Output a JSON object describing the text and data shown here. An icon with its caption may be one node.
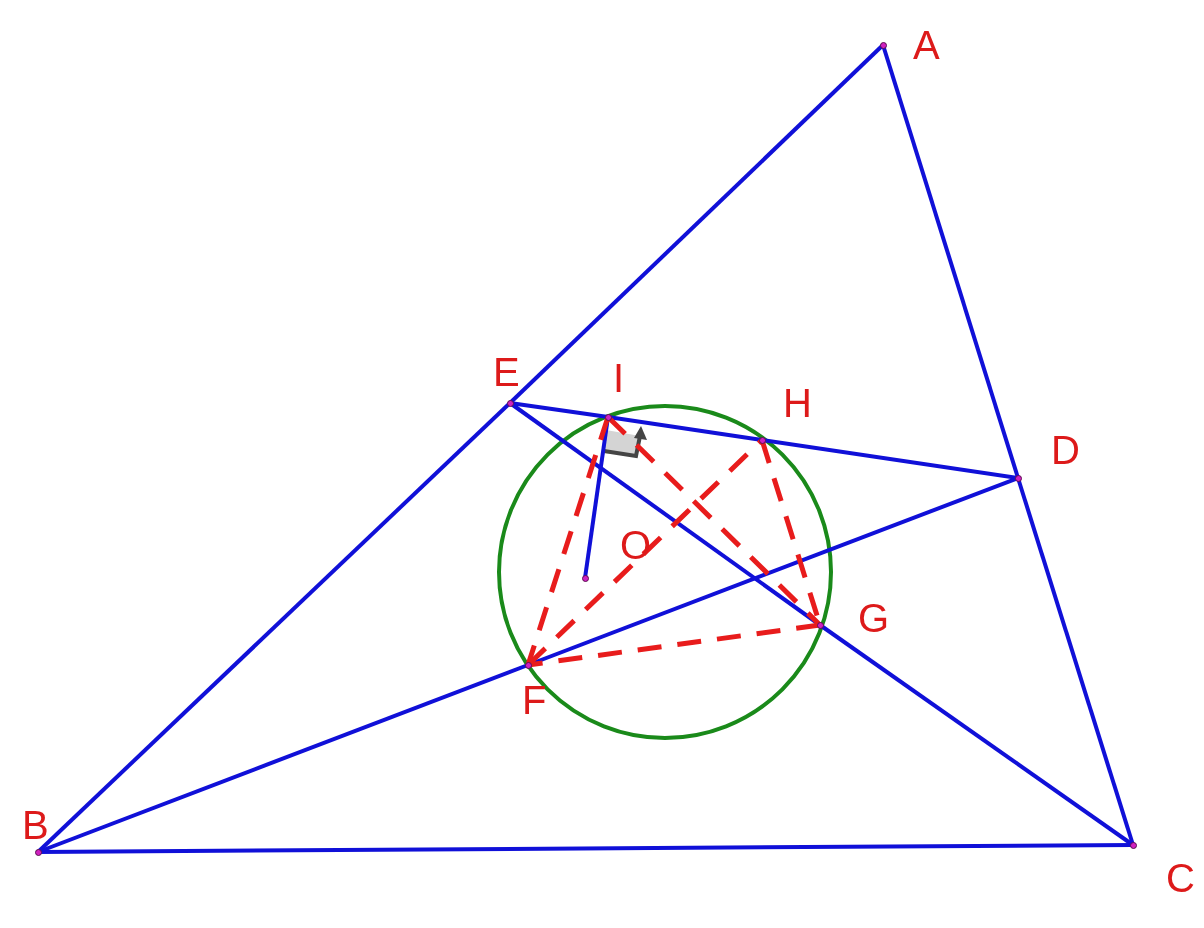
{
  "diagram": {
    "nodes": [
      {
        "text": [
          "A"
        ]
      },
      {
        "text": [
          "E"
        ]
      },
      {
        "text": [
          "I"
        ]
      },
      {
        "text": [
          "H"
        ]
      },
      {
        "text": [
          "D"
        ]
      },
      {
        "text": [
          "O"
        ]
      },
      {
        "text": [
          "G"
        ]
      },
      {
        "text": [
          "F"
        ]
      },
      {
        "text": [
          "B"
        ]
      },
      {
        "text": [
          "C"
        ]
      }
    ],
    "edges": [
      {
        "from": 0,
        "to": 1,
        "arrow": "none"
      },
      {
        "from": 1,
        "to": 8,
        "arrow": "none"
      },
      {
        "from": 0,
        "to": 4,
        "arrow": "none"
      },
      {
        "from": 4,
        "to": 9,
        "arrow": "none"
      },
      {
        "from": 8,
        "to": 9,
        "arrow": "none"
      },
      {
        "from": 1,
        "to": 2,
        "arrow": "none"
      },
      {
        "from": 2,
        "to": 3,
        "arrow": "none"
      },
      {
        "from": 3,
        "to": 4,
        "arrow": "none"
      },
      {
        "from": 1,
        "to": 6,
        "arrow": "none"
      },
      {
        "from": 6,
        "to": 9,
        "arrow": "none"
      },
      {
        "from": 8,
        "to": 7,
        "arrow": "none"
      },
      {
        "from": 7,
        "to": 4,
        "arrow": "none"
      },
      {
        "from": 2,
        "to": 5,
        "arrow": "none"
      },
      {
        "from": 2,
        "to": 7,
        "arrow": "none",
        "style": "dashed",
        "color": "#e81c1c"
      },
      {
        "from": 2,
        "to": 6,
        "arrow": "none",
        "style": "dashed",
        "color": "#e81c1c"
      },
      {
        "from": 7,
        "to": 3,
        "arrow": "none",
        "style": "dashed",
        "color": "#e81c1c"
      },
      {
        "from": 3,
        "to": 6,
        "arrow": "none",
        "style": "dashed",
        "color": "#e81c1c"
      },
      {
        "from": 6,
        "to": 7,
        "arrow": "none",
        "style": "dashed",
        "color": "#e81c1c"
      }
    ]
  }
}
